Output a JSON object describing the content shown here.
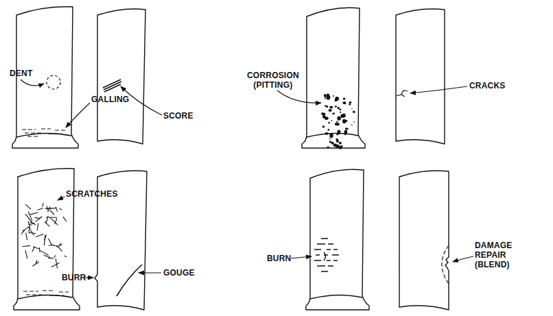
{
  "diagram": {
    "labels": [
      "DENT",
      "GALLING",
      "SCORE",
      "CORROSION (PITTING)",
      "CRACKS",
      "SCRATCHES",
      "BURR",
      "GOUGE",
      "BURN",
      "DAMAGE REPAIR (BLEND)"
    ]
  }
}
